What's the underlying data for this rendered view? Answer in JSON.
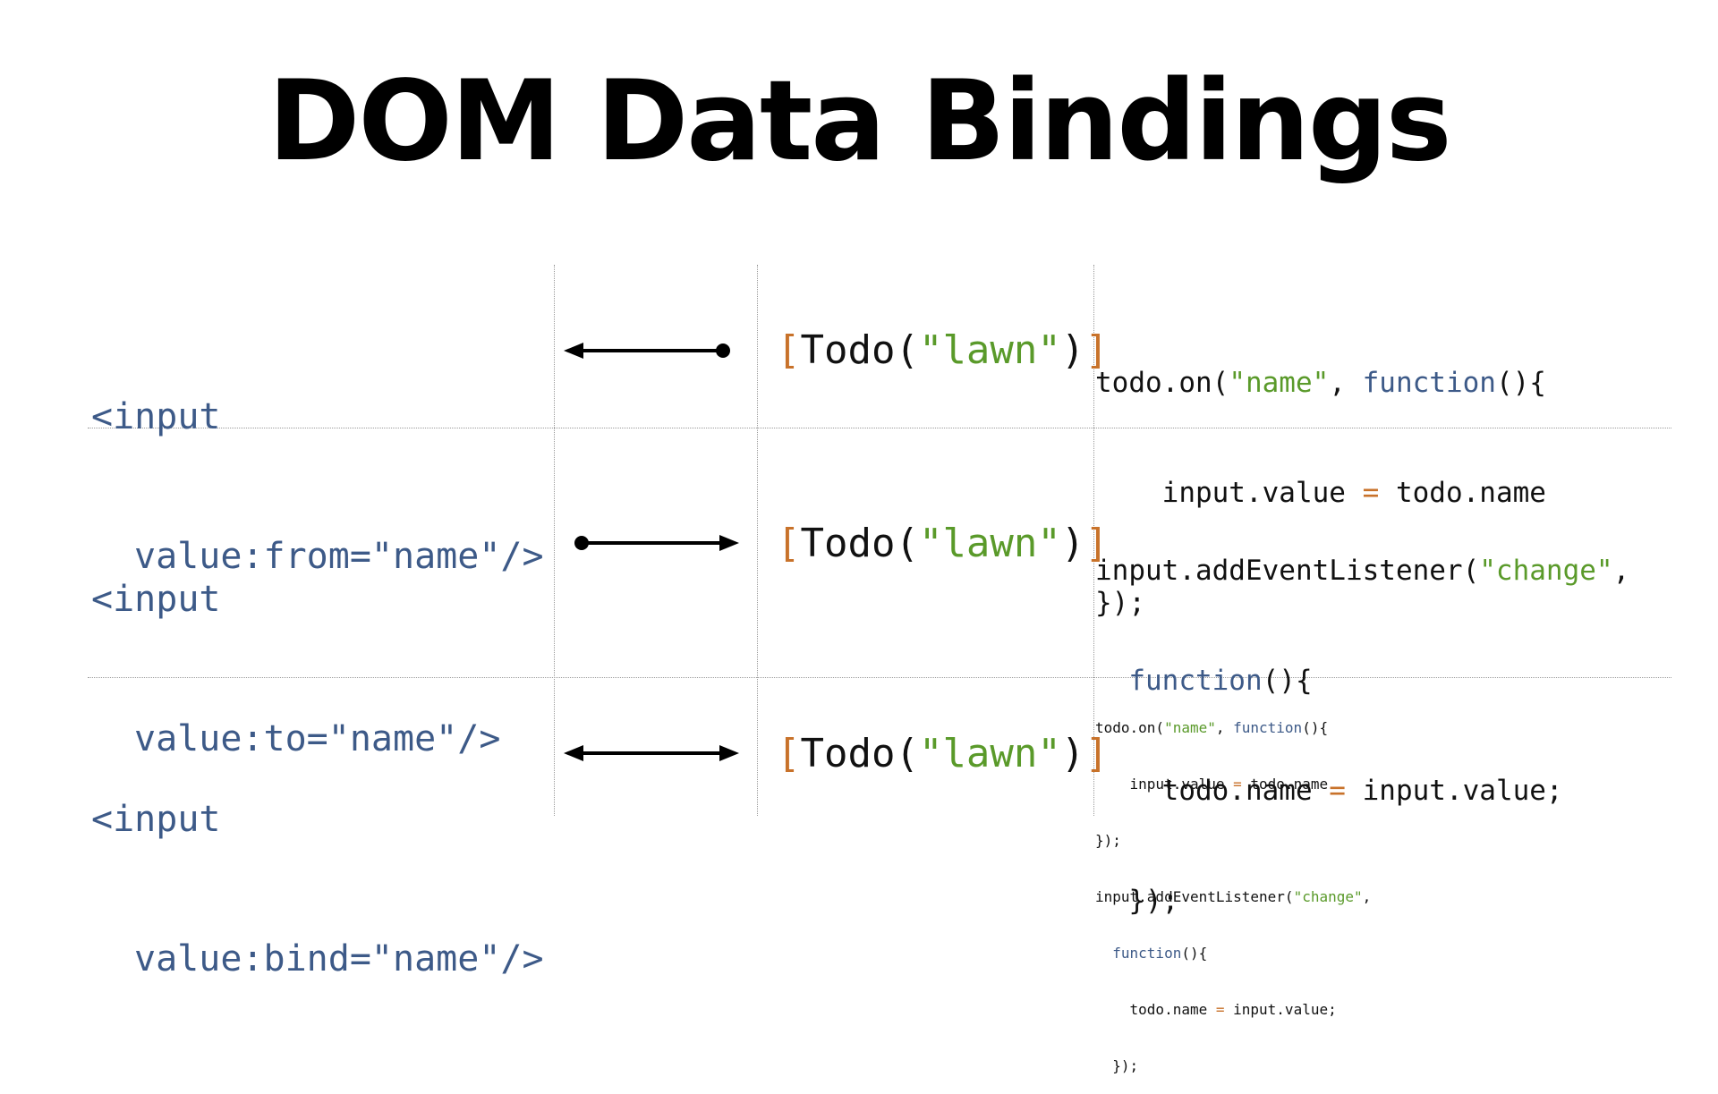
{
  "title": "DOM Data Bindings",
  "colors": {
    "template": "#3d5a88",
    "bracket": "#c8722a",
    "string": "#5a9a2a",
    "keyword": "#3d5a88",
    "operator": "#c8722a",
    "text": "#111111"
  },
  "rows": [
    {
      "template_line1": "<input",
      "template_line2": "value:from=\"name\"/>",
      "arrow_direction": "left",
      "todo": {
        "open": "[",
        "name": "Todo(",
        "arg": "\"lawn\"",
        "close_paren": ")",
        "close": "]"
      },
      "code": {
        "l1_a": "todo.on(",
        "l1_str": "\"name\"",
        "l1_b": ", ",
        "l1_kw": "function",
        "l1_c": "(){",
        "l2_a": "    input.value ",
        "l2_op": "=",
        "l2_b": " todo.name",
        "l3": "});"
      }
    },
    {
      "template_line1": "<input",
      "template_line2": "value:to=\"name\"/>",
      "arrow_direction": "right",
      "todo": {
        "open": "[",
        "name": "Todo(",
        "arg": "\"lawn\"",
        "close_paren": ")",
        "close": "]"
      },
      "code": {
        "l1_a": "input.addEventListener(",
        "l1_str": "\"change\"",
        "l1_b": ",",
        "l2_a": "  ",
        "l2_kw": "function",
        "l2_b": "(){",
        "l3_a": "    todo.name ",
        "l3_op": "=",
        "l3_b": " input.value;",
        "l4": "  });"
      }
    },
    {
      "template_line1": "<input",
      "template_line2": "value:bind=\"name\"/>",
      "arrow_direction": "both",
      "todo": {
        "open": "[",
        "name": "Todo(",
        "arg": "\"lawn\"",
        "close_paren": ")",
        "close": "]"
      },
      "code": {
        "l1_a": "todo.on(",
        "l1_str": "\"name\"",
        "l1_b": ", ",
        "l1_kw": "function",
        "l1_c": "(){",
        "l2_a": "    input.value ",
        "l2_op": "=",
        "l2_b": " todo.name",
        "l3": "});",
        "l4_a": "input.addEventListener(",
        "l4_str": "\"change\"",
        "l4_b": ",",
        "l5_a": "  ",
        "l5_kw": "function",
        "l5_b": "(){",
        "l6_a": "    todo.name ",
        "l6_op": "=",
        "l6_b": " input.value;",
        "l7": "  });"
      }
    }
  ]
}
